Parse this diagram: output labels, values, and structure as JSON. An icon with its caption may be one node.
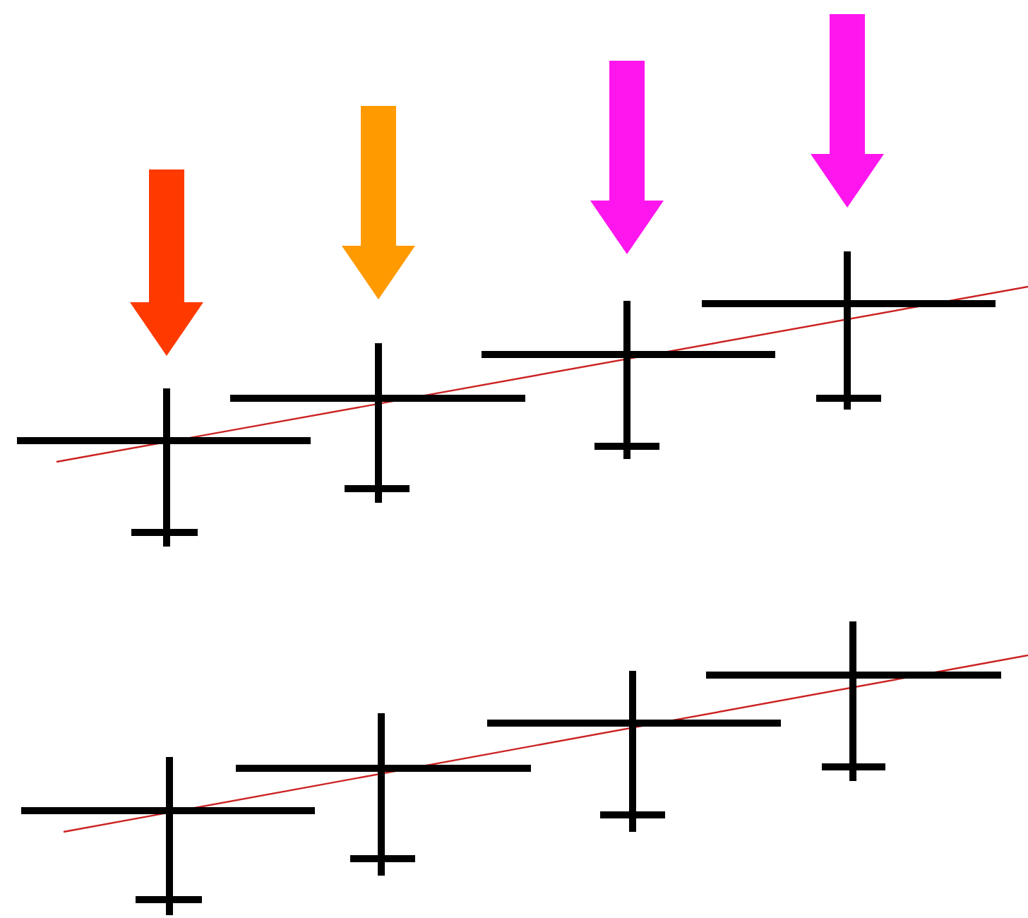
{
  "diagram": {
    "nodes": [
      {
        "text": [],
        "shape": "cross"
      },
      {
        "text": [],
        "shape": "cross"
      },
      {
        "text": [],
        "shape": "cross"
      },
      {
        "text": [],
        "shape": "cross"
      },
      {
        "text": [],
        "shape": "cross"
      },
      {
        "text": [],
        "shape": "cross"
      },
      {
        "text": [],
        "shape": "cross"
      },
      {
        "text": [],
        "shape": "cross"
      }
    ],
    "edges": [
      {
        "from": null,
        "to": 0,
        "arrow": "to",
        "color": "#ff3a00"
      },
      {
        "from": null,
        "to": 1,
        "arrow": "to",
        "color": "#ff9a00"
      },
      {
        "from": null,
        "to": 2,
        "arrow": "to",
        "color": "#ff16ee"
      },
      {
        "from": null,
        "to": 3,
        "arrow": "to",
        "color": "#ff16ee"
      }
    ]
  }
}
